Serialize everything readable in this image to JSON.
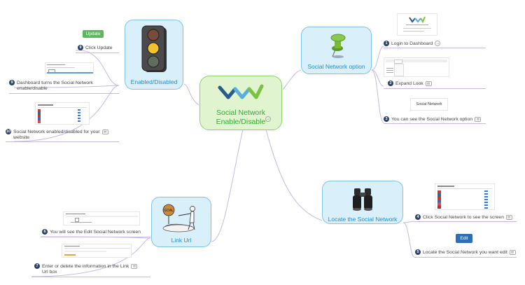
{
  "center": {
    "title_line1": "Social Network",
    "title_line2": "Enable/Disable",
    "arrow": "→"
  },
  "nodes": {
    "enabled": {
      "label": "Enabled/Disabled"
    },
    "social_option": {
      "label": "Social Network option"
    },
    "locate": {
      "label": "Locate the Social Network"
    },
    "link_url": {
      "label": "Link Url"
    }
  },
  "leaves": {
    "click_update": {
      "num": "9",
      "text": "Click Update"
    },
    "dashboard_turns": {
      "num": "9",
      "text_line1": "Dashboard turns the Social Network",
      "text_line2": "enable/disable"
    },
    "enabled_for_website": {
      "num": "10",
      "text_line1": "Social Network enabled/disabled for your",
      "text_line2": "website"
    },
    "login": {
      "num": "1",
      "text": "Login to Dashboard"
    },
    "expand_look": {
      "num": "2",
      "text": "Expand Look"
    },
    "see_option": {
      "num": "3",
      "text": "You can see the Social Network option"
    },
    "click_social": {
      "num": "4",
      "text": "Click Social Network to see the screen"
    },
    "locate_edit": {
      "num": "5",
      "text": "Locate the Social Network you want edit"
    },
    "edit_screen": {
      "num": "6",
      "text": "You will see the Edit Social Network screen"
    },
    "enter_delete": {
      "num": "7",
      "text_line1": "Enter or delete the information in the Link",
      "text_line2": "Url box"
    }
  },
  "buttons": {
    "update": "Update",
    "edit": "Edit"
  },
  "thumbs": {
    "social_network_label": "Social Network"
  },
  "icons": {
    "arrow": "→",
    "traffic_light": "traffic-light-icon",
    "push_pin": "push-pin-icon",
    "binoculars": "binoculars-icon",
    "directions": "direction-sign-icon",
    "logo": "w-logo-icon"
  },
  "colors": {
    "node_bg": "#d9effa",
    "node_border": "#7fc4e6",
    "center_bg": "#dff4cf",
    "center_border": "#8ed36a",
    "link": "#c7b8e8"
  }
}
